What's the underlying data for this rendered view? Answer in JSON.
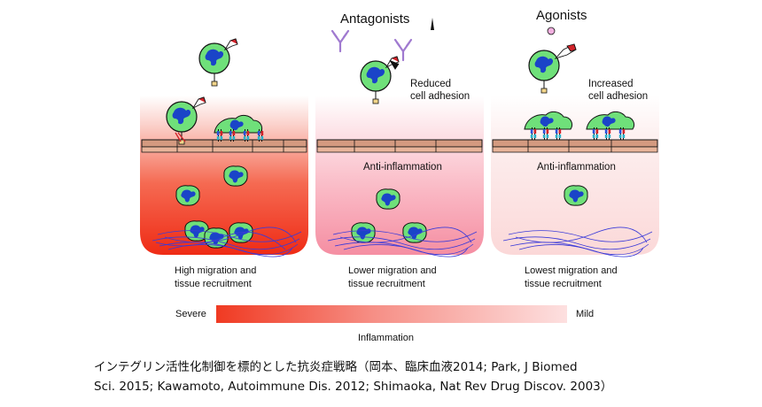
{
  "panels": [
    {
      "id": "severe",
      "header": "",
      "adhesion_label": [],
      "mid_label": "",
      "bottom_label": [
        "High migration and",
        "tissue recruitment"
      ]
    },
    {
      "id": "antagonists",
      "header": "Antagonists",
      "adhesion_label": [
        "Reduced",
        "cell adhesion"
      ],
      "mid_label": "Anti-inflammation",
      "bottom_label": [
        "Lower migration and",
        "tissue recruitment"
      ]
    },
    {
      "id": "agonists",
      "header": "Agonists",
      "adhesion_label": [
        "Increased",
        "cell adhesion"
      ],
      "mid_label": "Anti-inflammation",
      "bottom_label": [
        "Lowest migration and",
        "tissue recruitment"
      ]
    }
  ],
  "scale": {
    "left_label": "Severe",
    "right_label": "Mild",
    "caption": "Inflammation"
  },
  "footnote": {
    "line1": "インテグリン活性化制御を標的とした抗炎症戦略（岡本、臨床血液2014; Park, J Biomed",
    "line2": "Sci. 2015; Kawamoto, Autoimmune Dis. 2012; Shimaoka, Nat Rev Drug Discov. 2003）"
  },
  "colors": {
    "severe": "#f03a22",
    "mild": "#fde0e0",
    "cell": "#6fe07a",
    "nucleus": "#1a44c8",
    "vessel": "#d49a80",
    "fibers": "#3b3bd8"
  }
}
